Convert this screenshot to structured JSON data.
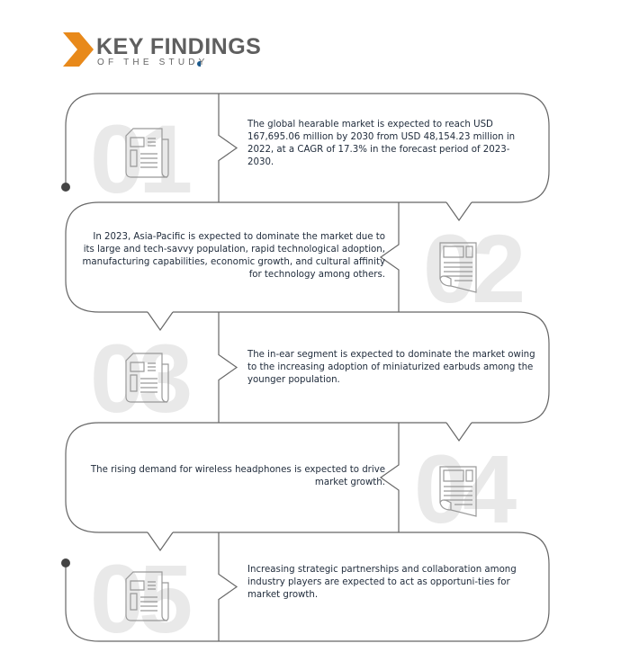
{
  "header": {
    "title": "KEY FINDINGS",
    "subtitle": "OF THE STUDY",
    "accent": "#e8891a"
  },
  "findings": [
    {
      "number": "01",
      "text": "The global hearable market is expected to reach USD 167,695.06 million by 2030 from USD 48,154.23 million in 2022, at a CAGR of 17.3% in the forecast period of 2023-2030."
    },
    {
      "number": "02",
      "text": "In 2023, Asia-Pacific is expected to dominate the market due to its large and tech-savvy population, rapid technological adoption, manufacturing capabilities, economic growth, and cultural affinity for technology among others."
    },
    {
      "number": "03",
      "text": "The in-ear segment is expected to dominate the market owing to the increasing adoption of miniaturized earbuds among the younger population."
    },
    {
      "number": "04",
      "text": "The rising demand for wireless headphones is expected to drive market growth."
    },
    {
      "number": "05",
      "text": "Increasing strategic partnerships and collaboration among industry players are expected to act as opportuni-ties for market growth."
    }
  ]
}
